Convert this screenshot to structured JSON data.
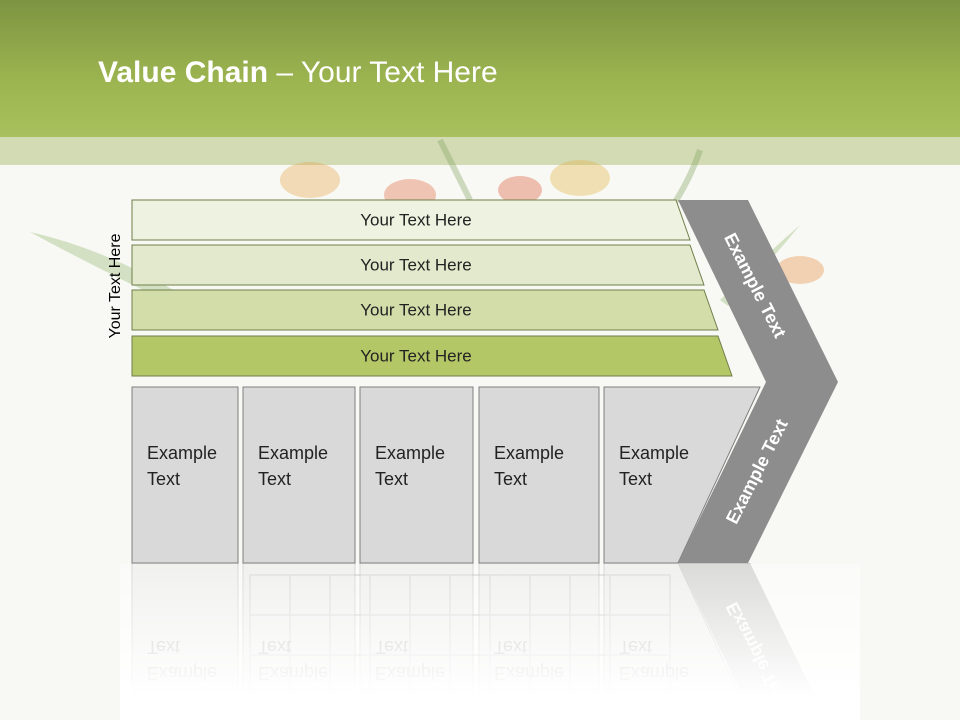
{
  "slide": {
    "title_bold": "Value Chain",
    "title_rest": " – Your Text Here",
    "side_label": "Your Text Here"
  },
  "support_rows": [
    {
      "label": "Your Text Here",
      "fill": "#eef2e1"
    },
    {
      "label": "Your Text Here",
      "fill": "#e2e9cc"
    },
    {
      "label": "Your Text Here",
      "fill": "#d3ddaa"
    },
    {
      "label": "Your Text Here",
      "fill": "#b3c767"
    }
  ],
  "primary_boxes": [
    {
      "line1": "Example",
      "line2": "Text"
    },
    {
      "line1": "Example",
      "line2": "Text"
    },
    {
      "line1": "Example",
      "line2": "Text"
    },
    {
      "line1": "Example",
      "line2": "Text"
    },
    {
      "line1": "Example",
      "line2": "Text"
    }
  ],
  "margin_arrow": {
    "upper_label": "Example Text",
    "lower_label": "Example Text",
    "fill": "#8d8d8d"
  },
  "colors": {
    "header": "#9db550",
    "box_fill": "#d9d9d9",
    "box_stroke": "#7f7f7f"
  }
}
